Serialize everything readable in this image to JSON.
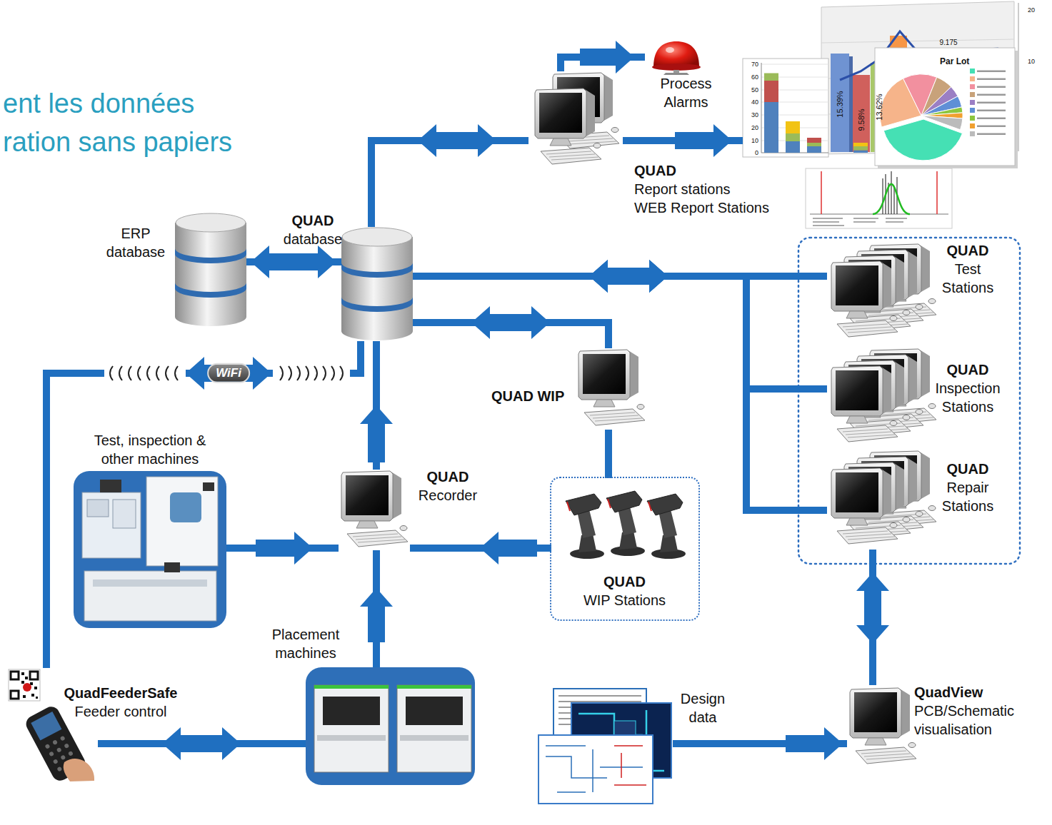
{
  "diagram": {
    "nodes": [
      {
        "text": [
          "Process Alarms"
        ]
      },
      {
        "text": [
          "QUAD",
          "Report stations",
          "WEB Report Stations"
        ]
      },
      {
        "text": [
          "Par Lot"
        ]
      },
      {
        "text": [
          "ERP database"
        ]
      },
      {
        "text": [
          "QUAD",
          "database"
        ]
      },
      {
        "text": [
          "QUAD",
          "Test Stations"
        ]
      },
      {
        "text": [
          "QUAD",
          "Inspection Stations"
        ]
      },
      {
        "text": [
          "QUAD",
          "Repair Stations"
        ]
      },
      {
        "text": [
          "QUAD WIP"
        ]
      },
      {
        "text": [
          "QUAD",
          "WIP Stations"
        ]
      },
      {
        "text": [
          "QUAD",
          "Recorder"
        ]
      },
      {
        "text": [
          "Test, inspection & other machines"
        ]
      },
      {
        "text": [
          "Placement machines"
        ]
      },
      {
        "text": [
          "QuadFeederSafe",
          "Feeder control"
        ]
      },
      {
        "text": [
          "Design data"
        ]
      },
      {
        "text": [
          "QuadView",
          "PCB/Schematic visualisation"
        ]
      }
    ],
    "edges": [
      {
        "from": 3,
        "to": 4,
        "arrow": "both"
      },
      {
        "from": 4,
        "to": 1,
        "arrow": "both"
      },
      {
        "from": 1,
        "to": 0,
        "arrow": "to"
      },
      {
        "from": 1,
        "to": 2,
        "arrow": "to"
      },
      {
        "from": 4,
        "to": 5,
        "arrow": "both"
      },
      {
        "from": 4,
        "to": 6,
        "arrow": "both"
      },
      {
        "from": 4,
        "to": 7,
        "arrow": "both"
      },
      {
        "from": 4,
        "to": 8,
        "arrow": "both"
      },
      {
        "from": 8,
        "to": 9,
        "arrow": "none"
      },
      {
        "from": 9,
        "to": 10,
        "arrow": "to"
      },
      {
        "from": 11,
        "to": 10,
        "arrow": "to"
      },
      {
        "from": 12,
        "to": 10,
        "arrow": "to"
      },
      {
        "from": 10,
        "to": 4,
        "arrow": "to"
      },
      {
        "from": 13,
        "to": 12,
        "arrow": "both"
      },
      {
        "from": 13,
        "to": 4,
        "label": "WiFi",
        "arrow": "both"
      },
      {
        "from": 14,
        "to": 15,
        "arrow": "to"
      },
      {
        "from": 15,
        "to": 7,
        "arrow": "both"
      }
    ],
    "labels": [
      "ent les données",
      "ration sans papiers",
      "70",
      "60",
      "50",
      "40",
      "30",
      "20",
      "10",
      "0",
      "15.39%",
      "9.58%",
      "13.62%",
      "9.175",
      "20",
      "10"
    ]
  }
}
